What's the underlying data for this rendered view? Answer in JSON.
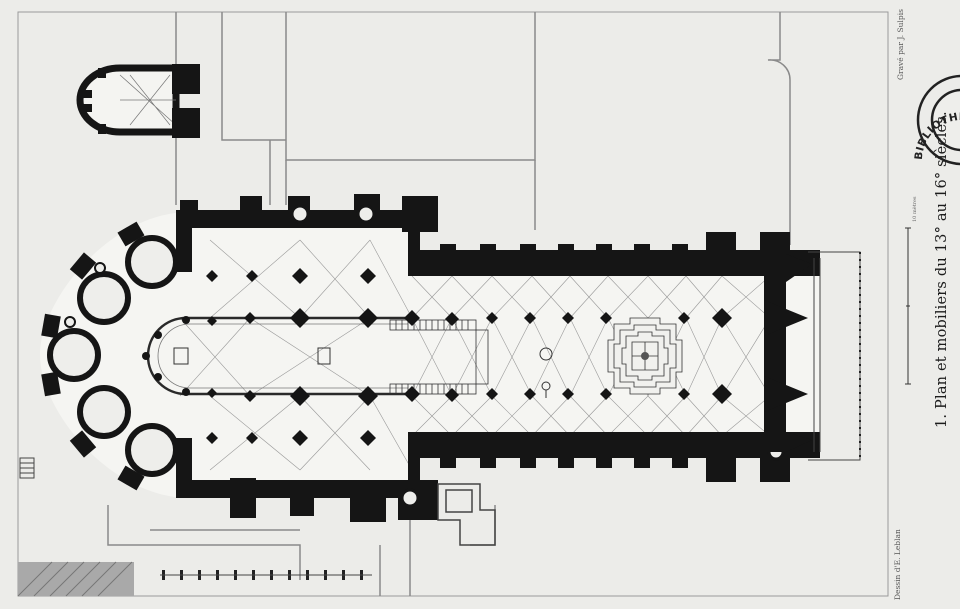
{
  "plate": {
    "title": "1. Plan et mobiliers du 13° au 16° siècles.",
    "engraver": "Gravé par J. Sulpis",
    "drafter": "Dessin d'E. Leblan",
    "stamp_text": "BIBLIOTHÈQUE MUNICIPALE DE REIMS",
    "scale_label": "10 mètres"
  },
  "colors": {
    "paper": "#ecece9",
    "wall": "#151515",
    "line": "#3a3a3a",
    "faint": "#8a8a8a"
  }
}
